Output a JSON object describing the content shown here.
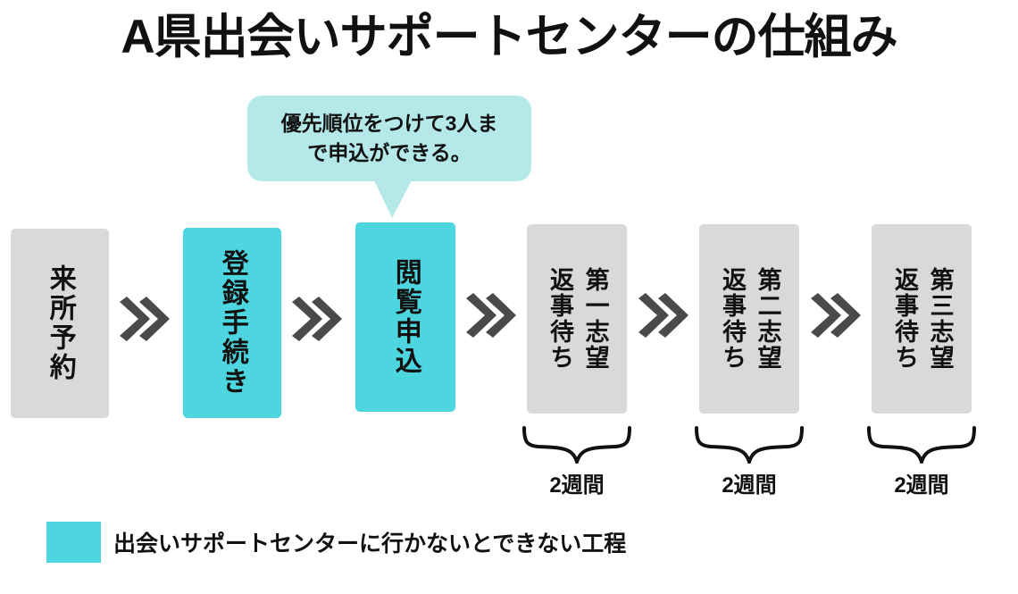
{
  "title": "A県出会いサポートセンターの仕組み",
  "callout": {
    "text": "優先順位をつけて3人まで申込ができる。",
    "line1": "優先順位をつけて3人ま",
    "line2": "で申込ができる。",
    "bg_color": "#B5E9E9",
    "points_to": "閲覧申込"
  },
  "colors": {
    "accent_cyan": "#4DD6DF",
    "neutral_gray": "#D9D9D9",
    "arrow_gray": "#4A4A4A",
    "text": "#111111",
    "bubble": "#B5E9E9"
  },
  "flow": {
    "steps": [
      {
        "id": "step-1",
        "primary": "来所予約",
        "secondary": "",
        "color": "gray",
        "highlight": false
      },
      {
        "id": "step-2",
        "primary": "登録手続き",
        "secondary": "",
        "color": "cyan",
        "highlight": true
      },
      {
        "id": "step-3",
        "primary": "閲覧申込",
        "secondary": "",
        "color": "cyan",
        "highlight": true
      },
      {
        "id": "step-4",
        "primary": "第一志望",
        "secondary": "返事待ち",
        "color": "gray",
        "highlight": false
      },
      {
        "id": "step-5",
        "primary": "第二志望",
        "secondary": "返事待ち",
        "color": "gray",
        "highlight": false
      },
      {
        "id": "step-6",
        "primary": "第三志望",
        "secondary": "返事待ち",
        "color": "gray",
        "highlight": false
      }
    ],
    "arrow_icon": "double-chevron-right-icon",
    "arrow_count": 5
  },
  "durations": [
    {
      "id": "duration-1",
      "label": "2週間",
      "spans": "第一志望 返事待ち"
    },
    {
      "id": "duration-2",
      "label": "2週間",
      "spans": "第二志望 返事待ち"
    },
    {
      "id": "duration-3",
      "label": "2週間",
      "spans": "第三志望 返事待ち"
    }
  ],
  "legend": {
    "swatch_color": "#4DD6DF",
    "label": "出会いサポートセンターに行かないとできない工程"
  }
}
